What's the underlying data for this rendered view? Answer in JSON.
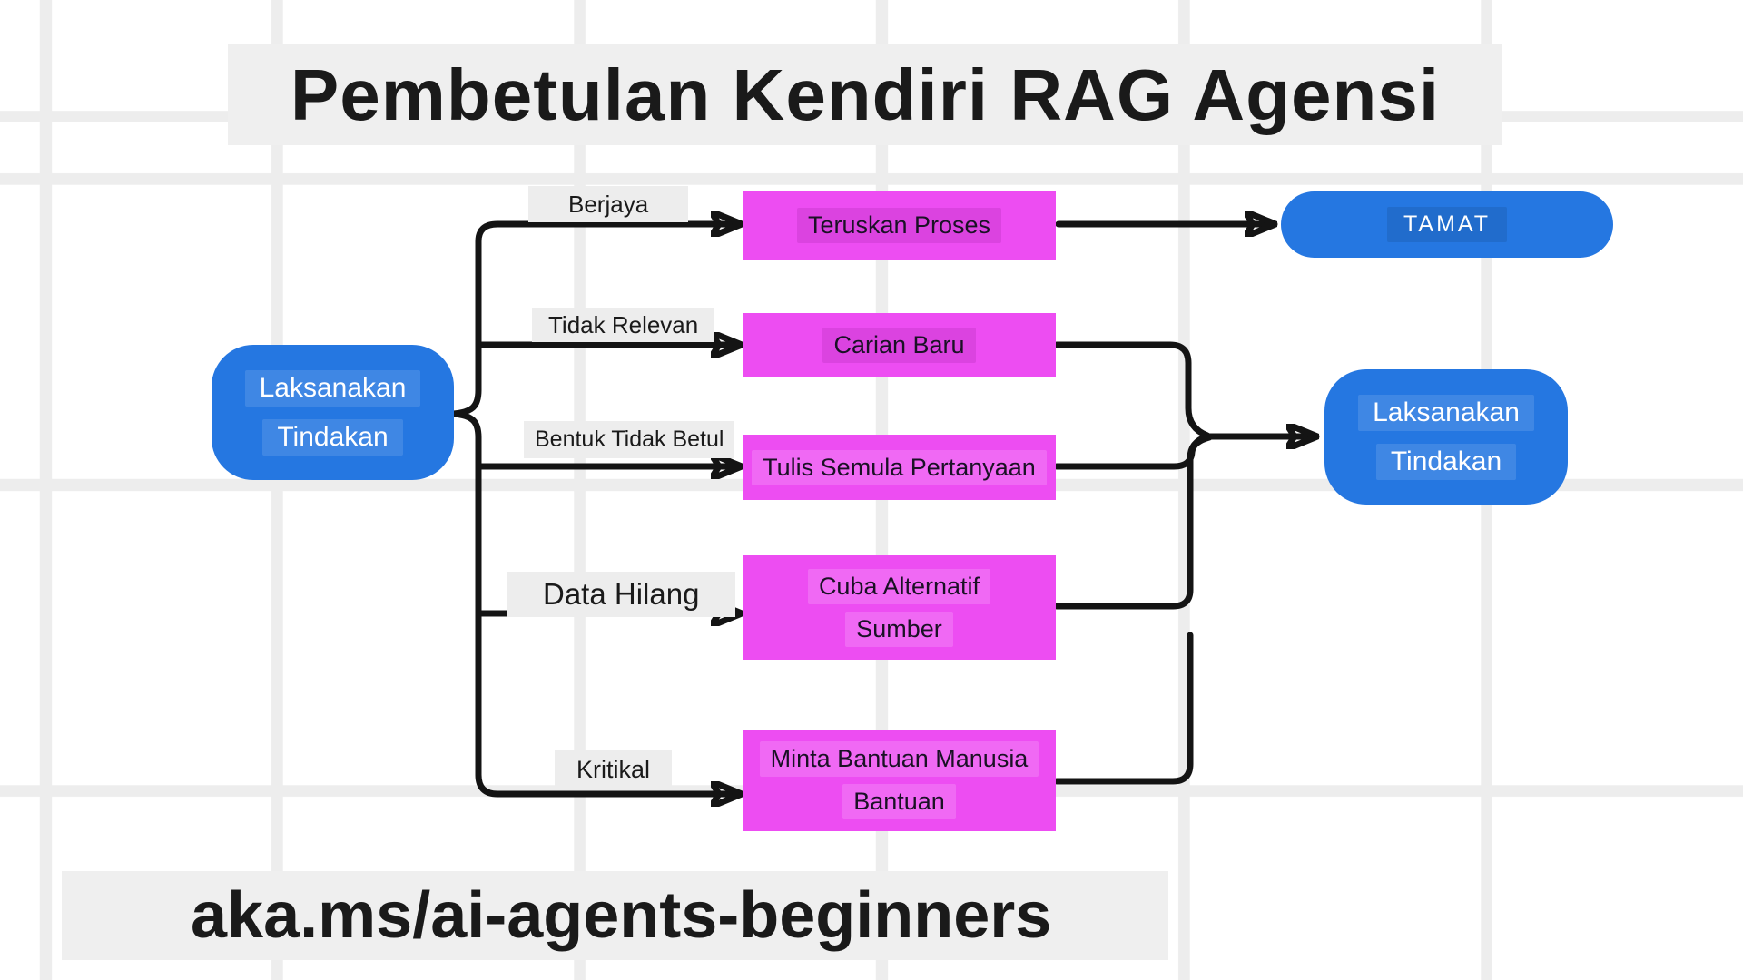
{
  "title": "Pembetulan Kendiri RAG Agensi",
  "footer": {
    "url_label": "aka.ms/ai-agents-beginners"
  },
  "start_node": {
    "line1": "Laksanakan",
    "line2": "Tindakan"
  },
  "end_node": {
    "line1": "Laksanakan",
    "line2": "Tindakan"
  },
  "terminal_node": {
    "label": "TAMAT"
  },
  "branches": [
    {
      "condition": "Berjaya",
      "action_lines": [
        "Teruskan Proses"
      ],
      "target": "tamat"
    },
    {
      "condition": "Tidak Relevan",
      "action_lines": [
        "Carian Baru"
      ],
      "target": "laksanakan-tindakan"
    },
    {
      "condition": "Bentuk Tidak Betul",
      "action_lines": [
        "Tulis Semula Pertanyaan"
      ],
      "target": "laksanakan-tindakan"
    },
    {
      "condition": "Data Hilang",
      "action_lines": [
        "Cuba Alternatif",
        "Sumber"
      ],
      "target": "laksanakan-tindakan"
    },
    {
      "condition": "Kritikal",
      "action_lines": [
        "Minta Bantuan Manusia",
        "Bantuan"
      ],
      "target": "laksanakan-tindakan"
    }
  ],
  "colors": {
    "canvas_bg": "#ffffff",
    "grid_line": "#ededed",
    "band_bg": "#efefef",
    "label_bg": "#ededed",
    "node_blue": "#2577e1",
    "node_magenta": "#ed4df2",
    "connector": "#141414",
    "text_dark": "#1a1a1a",
    "text_light": "#ffffff"
  }
}
